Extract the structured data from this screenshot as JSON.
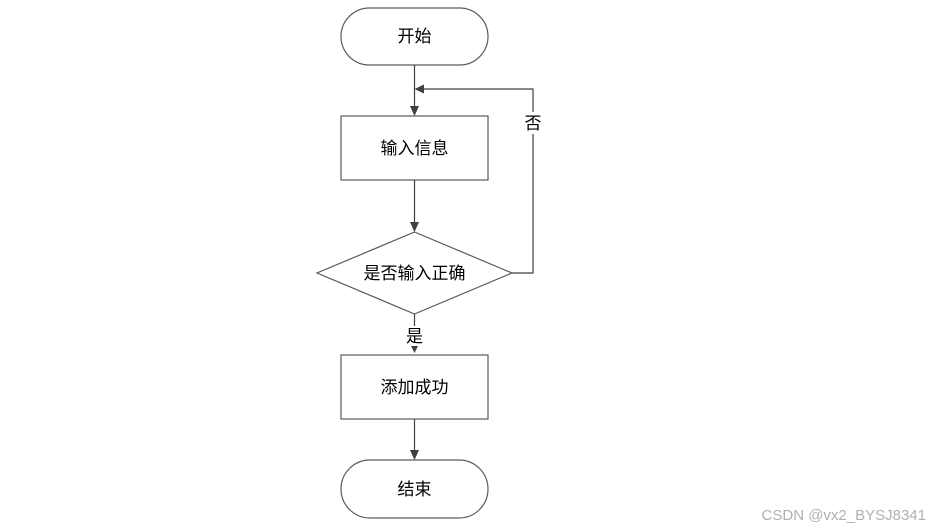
{
  "nodes": {
    "start": {
      "label": "开始",
      "shape": "terminal"
    },
    "input": {
      "label": "输入信息",
      "shape": "process"
    },
    "check": {
      "label": "是否输入正确",
      "shape": "decision"
    },
    "success": {
      "label": "添加成功",
      "shape": "process"
    },
    "end": {
      "label": "结束",
      "shape": "terminal"
    }
  },
  "edges": {
    "no_label": "否",
    "yes_label": "是"
  },
  "watermark": "CSDN @vx2_BYSJ8341",
  "colors": {
    "stroke": "#5a5a5a",
    "line": "#404040",
    "text": "#000000",
    "watermark": "#b0b0b0"
  }
}
